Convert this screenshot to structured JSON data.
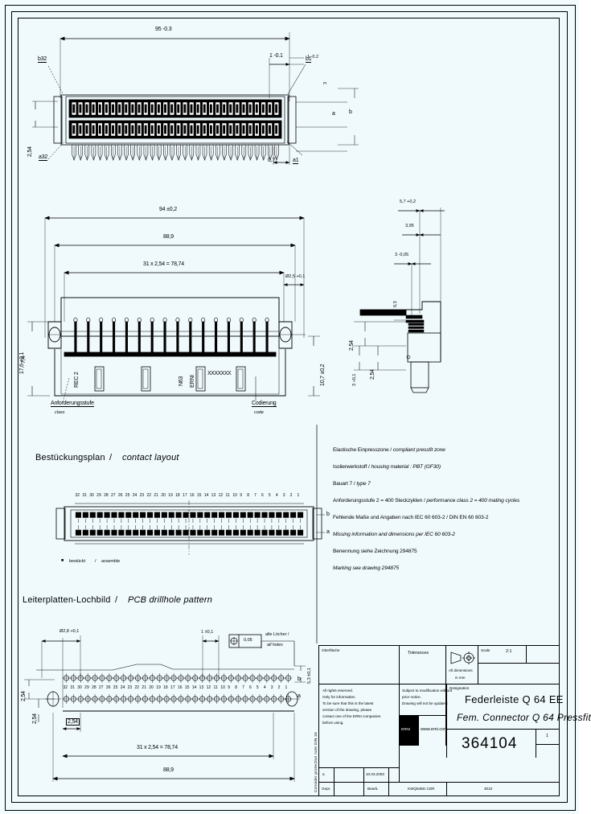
{
  "document": {
    "type": "engineering-drawing",
    "sheet_size": "720x1012"
  },
  "view_top": {
    "dim_overall": "95 -0.3",
    "dim_edge": "1 -0.1",
    "dim_right_small": "1 -0.2",
    "dim_depth": "3",
    "dim_pitch": "2,54",
    "dim_bottom": "0,7",
    "label_b32": "b32",
    "label_a32": "a32",
    "label_b1": "b1",
    "label_a1": "a1",
    "dim_right_b": "b",
    "dim_right_a": "a"
  },
  "view_front": {
    "dim_overall": "94 ±0,2",
    "dim_mounting": "88,9",
    "dim_pitch_calc": "31 x 2,54 = 78,74",
    "dim_hole": "Ø2,5 +0,1",
    "dim_height": "10,7 ±0,2",
    "dim_left_height": "17,6 ±0,1",
    "dim_left_small": "7,4",
    "marking_class": "REC 2",
    "marking_brand": "ERNI",
    "marking_din": "N63",
    "marking_code": "XXXXXXX",
    "callout_class_de": "Anforderungsstufe",
    "callout_class_en": "class",
    "callout_code_de": "Codierung",
    "callout_code_en": "code"
  },
  "view_side": {
    "dim_a": "5,7 +0,2",
    "dim_b": "3,95",
    "dim_c": "3 -0,05",
    "dim_d": "0,3",
    "dim_e": "2,54",
    "dim_f": "2,54",
    "dim_g": "3 +0,1"
  },
  "contact_layout": {
    "heading_de": "Bestückungsplan",
    "separator": "/",
    "heading_en": "contact layout",
    "row_b": "b",
    "row_a": "a",
    "pin_numbers": [
      32,
      31,
      30,
      29,
      28,
      27,
      26,
      25,
      24,
      23,
      22,
      21,
      20,
      19,
      18,
      17,
      16,
      15,
      14,
      13,
      12,
      11,
      10,
      9,
      8,
      7,
      6,
      5,
      4,
      3,
      2,
      1
    ],
    "legend_marker": "■",
    "legend_de": "bestückt",
    "legend_sep": "/",
    "legend_en": "assemble"
  },
  "drill_pattern": {
    "heading_de": "Leiterplatten-Lochbild",
    "separator": "/",
    "heading_en": "PCB drillhole pattern",
    "dim_hole_dia": "Ø2,8 +0,1",
    "dim_edge": "1 ±0,1",
    "tol_symbol": "⊕",
    "tol_value": "0,05",
    "tol_note_de": "alle Löcher /",
    "tol_note_en": "all holes",
    "dim_row_pitch": "2,54",
    "dim_left_pitch": "2,54",
    "dim_pitch_small": "2,54",
    "dim_pitch_calc": "31 x 2,54 = 78,74",
    "dim_overall": "88,9",
    "dim_right": "5,3 ±0,1",
    "row_b": "b",
    "row_a": "a",
    "pin_numbers": [
      32,
      31,
      30,
      29,
      28,
      27,
      26,
      25,
      24,
      23,
      22,
      21,
      20,
      19,
      18,
      17,
      16,
      15,
      14,
      13,
      12,
      11,
      10,
      9,
      8,
      7,
      6,
      5,
      4,
      3,
      2,
      1
    ]
  },
  "specs": [
    {
      "de": "Elastische Einpresszone /",
      "en": "compliant pressfit zone"
    },
    {
      "de": "Isolierwerkstoff / ",
      "en": "housing material :  PBT (GF30)"
    },
    {
      "de": "Bauart 7 / ",
      "en": "type 7"
    },
    {
      "de": "Anforderungsstufe 2 = 400 Steckzyklen / ",
      "en": "performance class 2 = 400 mating cycles"
    },
    {
      "de": "Fehlende Maße und Angaben nach IEC 60 603-2 / DIN EN 60 603-2",
      "en": ""
    },
    {
      "de": "",
      "en": "Missing information and dimensions per IEC 60 603-2"
    },
    {
      "de": "Benennung siehe Zeichnung 294875",
      "en": ""
    },
    {
      "de": "",
      "en": "Marking see drawing 294875"
    }
  ],
  "title_block": {
    "col_tolerance_label": "Tolerances",
    "col_projection_label_de": "All dimensions",
    "col_projection_label_en": "in mm",
    "col_scale_label": "Scale",
    "col_scale_value": "2:1",
    "col_surface_label": "Oberfläche",
    "rights_note": "All rights reserved.\nOnly for information.\nTo be sure that this is the latest\nversion of the drawing, please\ncontact one of the ERNI companies\nbefore using.",
    "modification_note": "Subject to modification without\nprior notice.\nDrawing will not be updated.",
    "designation_label": "Designation",
    "designation_de": "Federleiste Q 64 EE",
    "designation_en": "Fem. Connector Q 64 Pressfit",
    "logo_text": "ERNI",
    "website": "www.erni.com",
    "part_number": "364104",
    "sheet_number": "1",
    "rev_date": "10.03.2003",
    "rev_label": "a",
    "approved_label": "Gepr.",
    "drawn_label": "Bearb.",
    "file_code": "KWQ64EE.CDR",
    "format_code": "3010",
    "vertical_note": "Consider protection note DIN 34"
  }
}
